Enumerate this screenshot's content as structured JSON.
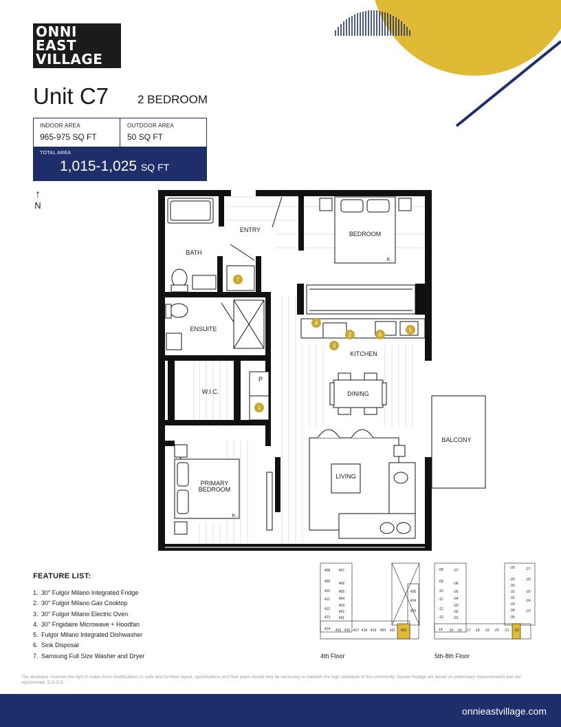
{
  "brand": {
    "logo_lines": [
      "ONNI",
      "EAST",
      "VILLAGE"
    ],
    "accent_yellow": "#e0b935",
    "navy": "#1d2e6b"
  },
  "unit": {
    "title": "Unit C7",
    "bedrooms": "2 BEDROOM"
  },
  "areas": {
    "indoor_label": "INDOOR AREA",
    "indoor_value": "965-975 SQ FT",
    "outdoor_label": "OUTDOOR AREA",
    "outdoor_value": "50 SQ FT",
    "total_label": "TOTAL AREA",
    "total_value": "1,015-1,025",
    "total_unit": "SQ FT"
  },
  "compass": {
    "label": "N"
  },
  "plan": {
    "rooms": {
      "entry": "ENTRY",
      "bath": "BATH",
      "bedroom": "BEDROOM",
      "ensuite": "ENSUITE",
      "kitchen": "KITCHEN",
      "wic": "W.I.C.",
      "pantry": "P",
      "dining": "DINING",
      "balcony": "BALCONY",
      "living": "LIVING",
      "primary_1": "PRIMARY",
      "primary_2": "BEDROOM",
      "k_mark_1": "K.",
      "k_mark_2": "K."
    },
    "markers": [
      "7",
      "4",
      "2",
      "3",
      "6",
      "5",
      "1"
    ]
  },
  "features": {
    "title": "FEATURE LIST:",
    "items": [
      {
        "n": "1.",
        "text": "30\" Fulgor Milano Integrated Fridge"
      },
      {
        "n": "2.",
        "text": "30\" Fulgor Milano Gas Cooktop"
      },
      {
        "n": "3.",
        "text": "30\" Fulgor Milano Electric Oven"
      },
      {
        "n": "4.",
        "text": "30\" Frigidaire Microwave + Hoodfan"
      },
      {
        "n": "5.",
        "text": "Fulgor Milano Integrated Dishwasher"
      },
      {
        "n": "6.",
        "text": "Sink Disposal"
      },
      {
        "n": "7.",
        "text": "Samsung Full Size Washer and Dryer"
      }
    ]
  },
  "key_plans": {
    "floor4": {
      "label": "4th Floor",
      "left_units": [
        "408",
        "409",
        "410",
        "411",
        "412",
        "413"
      ],
      "inner_units": [
        "407",
        "406",
        "405",
        "404",
        "403",
        "402",
        "401"
      ],
      "bottom_units": [
        "414",
        "415",
        "416",
        "417",
        "418",
        "419",
        "420",
        "421",
        "422"
      ],
      "right_units": [
        "426",
        "424",
        "423"
      ]
    },
    "floor5": {
      "label": "5th-8th Floor",
      "left_units": [
        "-08",
        "-09",
        "-10",
        "-11",
        "-12",
        "-13"
      ],
      "inner_units": [
        "-07",
        "-06",
        "-05",
        "-04",
        "-03",
        "-02",
        "-01"
      ],
      "bottom_units": [
        "-14",
        "-15",
        "-16",
        "-17",
        "-18",
        "-19",
        "-20",
        "-21",
        "-22"
      ],
      "right_outer": [
        "-27",
        "-26",
        "-25",
        "-24",
        "-23"
      ],
      "right_inner": [
        "-28",
        "-29",
        "-30",
        "-31",
        "-32",
        "-33",
        "-34",
        "-35"
      ]
    }
  },
  "disclaimer": "The developer reserves the right to make minor modifications to suite and furniture layout, specifications and floor plans should they be necessary to maintain the high standards of this community. Square footage are based on preliminary measurements and are approximate. E.& O.E.",
  "footer": {
    "url": "onnieastvillage.com"
  }
}
